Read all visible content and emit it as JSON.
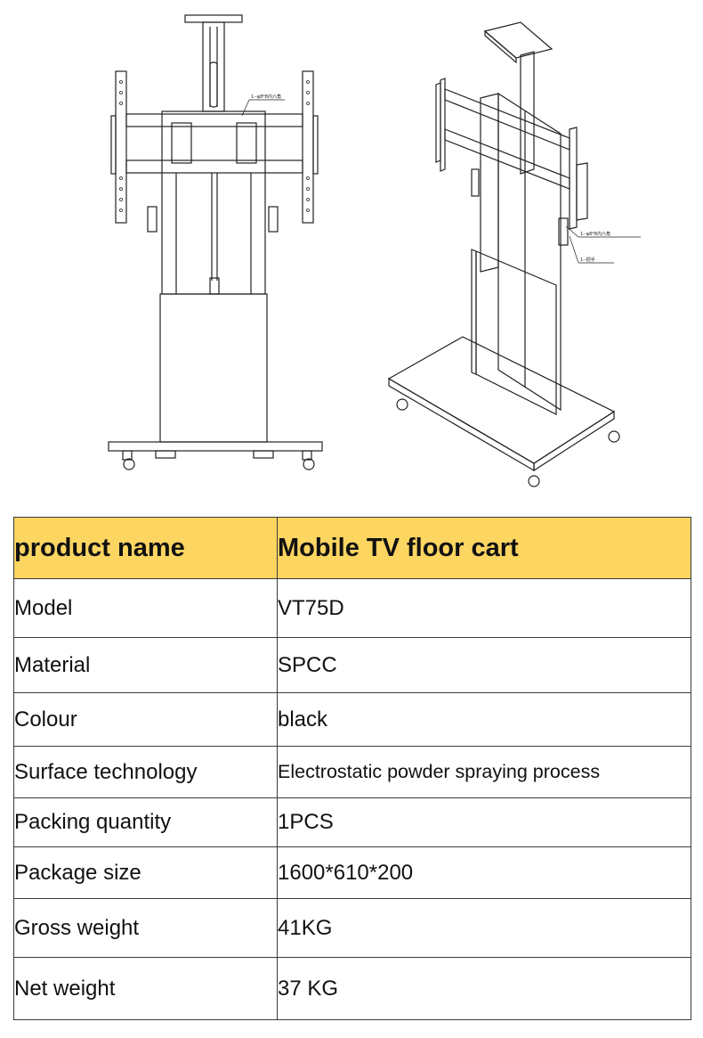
{
  "drawing": {
    "front_view_label": "1--φ8*8内六角",
    "side_view_label_1": "1--φ8*8内六角",
    "side_view_label_2": "1--把手"
  },
  "spec_table": {
    "header": {
      "key": "product name",
      "value": "Mobile TV floor cart"
    },
    "rows": [
      {
        "key": "Model",
        "value": "VT75D"
      },
      {
        "key": "Material",
        "value": "SPCC"
      },
      {
        "key": "Colour",
        "value": "black"
      },
      {
        "key": "Surface technology",
        "value": "Electrostatic powder spraying process"
      },
      {
        "key": "Packing quantity",
        "value": "1PCS"
      },
      {
        "key": "Package size",
        "value": "1600*610*200"
      },
      {
        "key": "Gross weight",
        "value": "41KG"
      },
      {
        "key": "Net weight",
        "value": "37 KG"
      }
    ],
    "colors": {
      "header_bg": "#fdd561",
      "border": "#3a3a3a"
    }
  }
}
